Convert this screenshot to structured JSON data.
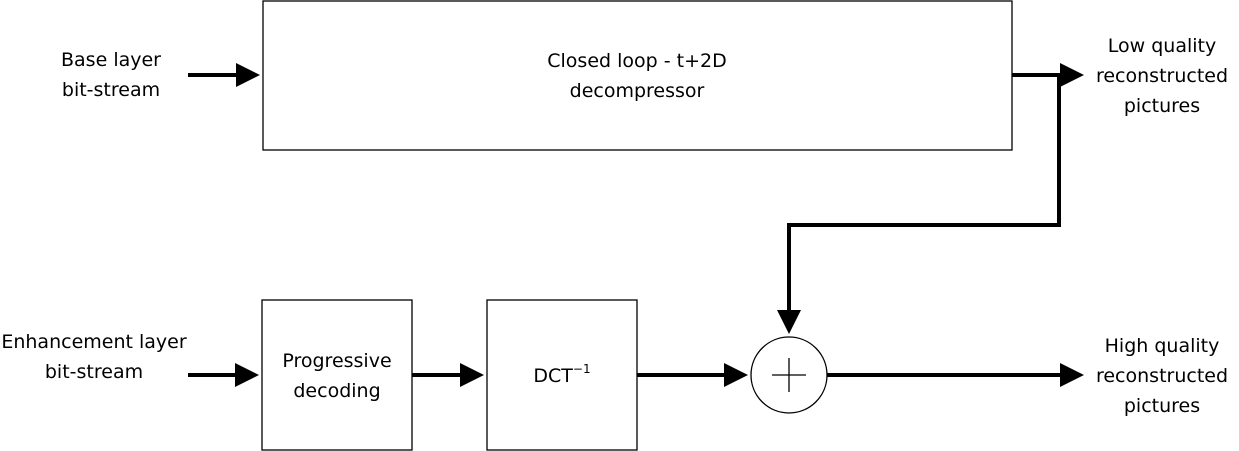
{
  "inputs": {
    "base": [
      "Base layer",
      "bit-stream"
    ],
    "enhancement": [
      "Enhancement layer",
      "bit-stream"
    ]
  },
  "blocks": {
    "decompressor": [
      "Closed loop - t+2D",
      "decompressor"
    ],
    "progressive": [
      "Progressive",
      "decoding"
    ],
    "idct": {
      "base": "DCT",
      "superscript": "−1"
    }
  },
  "outputs": {
    "low": [
      "Low quality",
      "reconstructed",
      "pictures"
    ],
    "high": [
      "High quality",
      "reconstructed",
      "pictures"
    ]
  },
  "adder_symbol": "+",
  "colors": {
    "stroke": "#000000",
    "background": "#ffffff"
  }
}
